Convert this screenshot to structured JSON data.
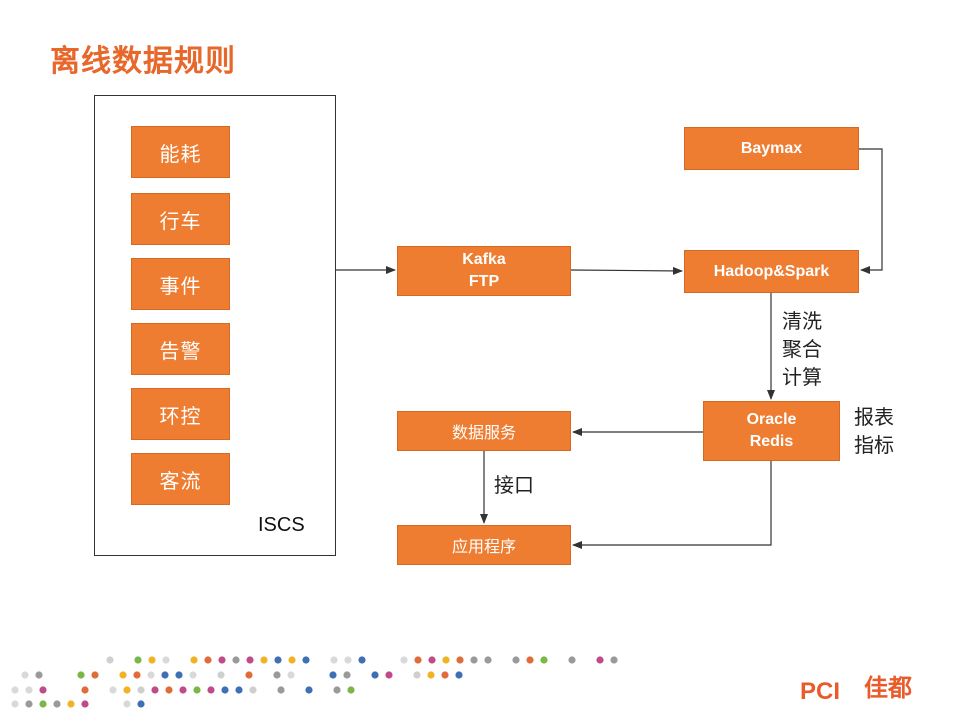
{
  "title": "离线数据规则",
  "iscs": {
    "label": "ISCS",
    "categories": [
      "能耗",
      "行车",
      "事件",
      "告警",
      "环控",
      "客流"
    ]
  },
  "nodes": {
    "kafka": [
      "Kafka",
      "FTP"
    ],
    "baymax": "Baymax",
    "hadoop": "Hadoop&Spark",
    "oracle": [
      "Oracle",
      "Redis"
    ],
    "data_service": "数据服务",
    "application": "应用程序"
  },
  "annotations": {
    "process": [
      "清洗",
      "聚合",
      "计算"
    ],
    "report": [
      "报表",
      "指标"
    ],
    "interface": "接口"
  },
  "logo": {
    "text": "佳都",
    "brand": "PCI"
  },
  "colors": {
    "box": "#ee7d31",
    "title": "#e8672a"
  }
}
